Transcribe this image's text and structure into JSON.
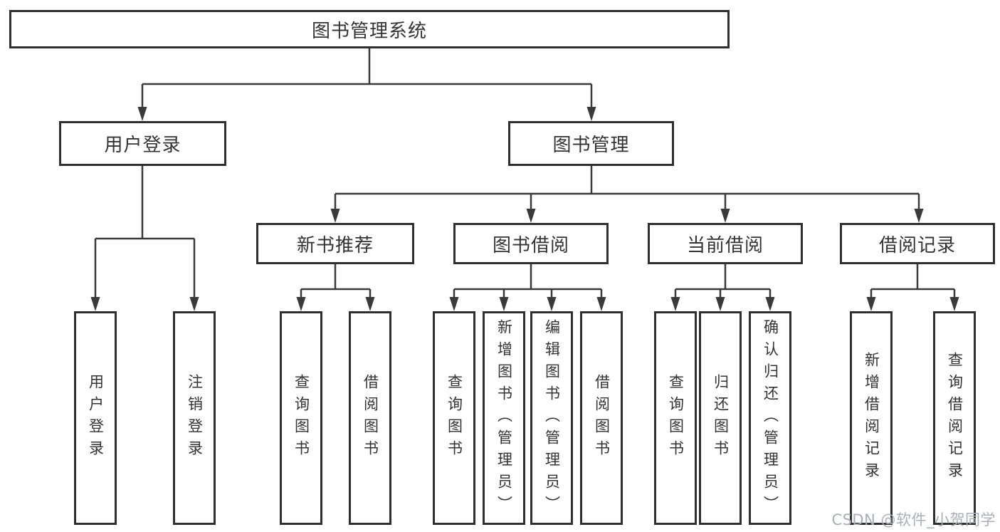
{
  "diagram": {
    "watermark": "CSDN @软件_小贺同学",
    "colors": {
      "line": "#3a3a3a",
      "border": "#2f2f2f",
      "text": "#333333",
      "watermark": "#a9aeb8",
      "background": "#ffffff"
    },
    "tree": {
      "label": "图书管理系统",
      "children": [
        {
          "label": "用户登录",
          "children": [
            {
              "label": "用户登录"
            },
            {
              "label": "注销登录"
            }
          ]
        },
        {
          "label": "图书管理",
          "children": [
            {
              "label": "新书推荐",
              "children": [
                {
                  "label": "查询图书"
                },
                {
                  "label": "借阅图书"
                }
              ]
            },
            {
              "label": "图书借阅",
              "children": [
                {
                  "label": "查询图书"
                },
                {
                  "label": "新增图书（管理员）"
                },
                {
                  "label": "编辑图书（管理员）"
                },
                {
                  "label": "借阅图书"
                }
              ]
            },
            {
              "label": "当前借阅",
              "children": [
                {
                  "label": "查询图书"
                },
                {
                  "label": "归还图书"
                },
                {
                  "label": "确认归还（管理员）"
                }
              ]
            },
            {
              "label": "借阅记录",
              "children": [
                {
                  "label": "新增借阅记录"
                },
                {
                  "label": "查询借阅记录"
                }
              ]
            }
          ]
        }
      ]
    }
  }
}
